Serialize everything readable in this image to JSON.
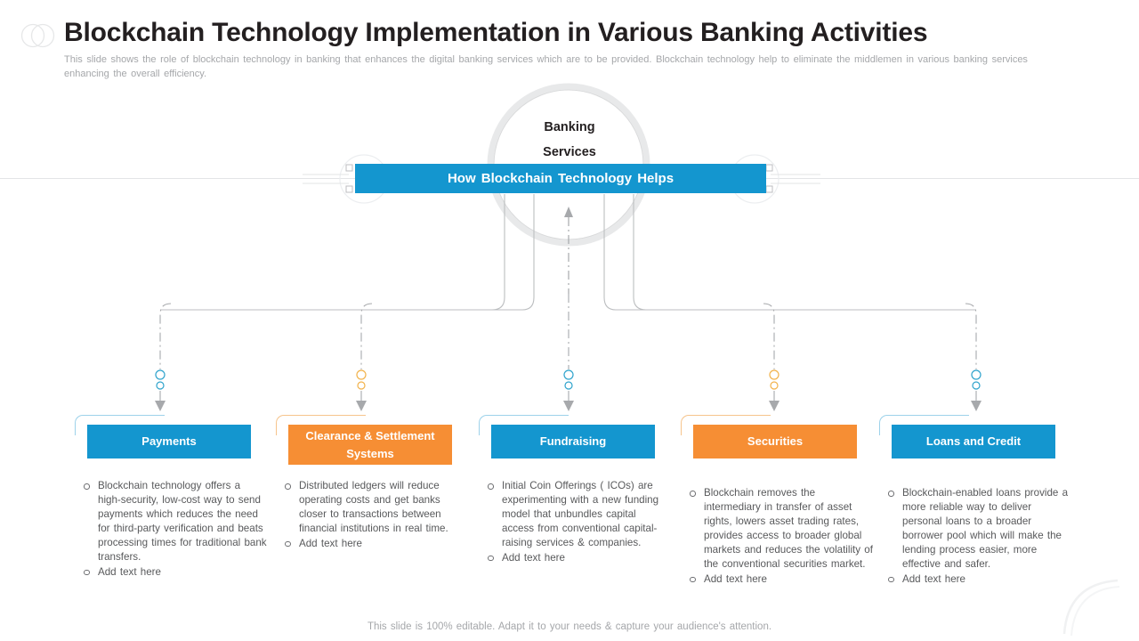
{
  "header": {
    "title": "Blockchain Technology Implementation in Various Banking Activities",
    "subtitle": "This slide shows the role of blockchain technology in banking that enhances the digital banking services which are to be provided.  Blockchain technology help to eliminate the middlemen in various banking services enhancing the overall efficiency.",
    "logo_icon": "two-overlapping-circles-icon"
  },
  "hub": {
    "label_line1": "Banking",
    "label_line2": "Services",
    "banner_label": "How Blockchain Technology  Helps"
  },
  "colors": {
    "blue": "#1496cf",
    "orange": "#f68e34",
    "bracket_blue": "#9dd2ea",
    "bracket_orange": "#f6c48c",
    "text_gray": "#58595b",
    "muted_gray": "#a5a7aa",
    "line_gray": "#bcbec0"
  },
  "columns": [
    {
      "id": "payments",
      "title": "Payments",
      "accent": "blue",
      "bullets": [
        "Blockchain technology offers a high-security, low-cost way to send payments which reduces the need for third-party verification and beats processing times for traditional bank transfers.",
        "Add text here"
      ]
    },
    {
      "id": "clearance-settlement-systems",
      "title": "Clearance & Settlement Systems",
      "accent": "orange",
      "bullets": [
        "Distributed ledgers will reduce operating costs and get banks closer to transactions between financial institutions in real time.",
        "Add text here"
      ]
    },
    {
      "id": "fundraising",
      "title": "Fundraising",
      "accent": "blue",
      "bullets": [
        "Initial Coin Offerings ( ICOs) are experimenting with a new funding model that unbundles capital access from conventional capital-raising services & companies.",
        "Add text here"
      ]
    },
    {
      "id": "securities",
      "title": "Securities",
      "accent": "orange",
      "bullets": [
        "Blockchain removes the intermediary in transfer of asset rights, lowers asset trading rates, provides access to broader global markets and reduces the volatility of the conventional  securities market.",
        "Add text here"
      ]
    },
    {
      "id": "loans-and-credit",
      "title": "Loans and Credit",
      "accent": "blue",
      "bullets": [
        "Blockchain-enabled loans provide a more reliable way to deliver personal loans to a broader borrower pool which will make the lending process easier, more effective and safer.",
        "Add text here"
      ]
    }
  ],
  "footer": {
    "note": "This slide is 100% editable. Adapt it to your needs & capture your audience's attention."
  }
}
